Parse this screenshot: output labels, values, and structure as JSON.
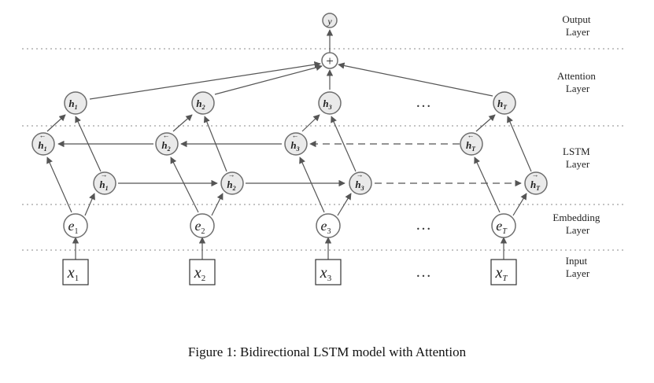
{
  "layers": {
    "output": [
      "Output",
      "Layer"
    ],
    "attention": [
      "Attention",
      "Layer"
    ],
    "lstm": [
      "LSTM",
      "Layer"
    ],
    "embedding": [
      "Embedding",
      "Layer"
    ],
    "input": [
      "Input",
      "Layer"
    ]
  },
  "output_symbol": "y",
  "sum_symbol": "+",
  "columns": [
    {
      "h": "h",
      "sub": "1",
      "e": "e",
      "x": "x"
    },
    {
      "h": "h",
      "sub": "2",
      "e": "e",
      "x": "x"
    },
    {
      "h": "h",
      "sub": "3",
      "e": "e",
      "x": "x"
    },
    {
      "h": "h",
      "sub": "T",
      "e": "e",
      "x": "x"
    }
  ],
  "ellipsis": "…",
  "caption": "Figure 1: Bidirectional LSTM model with Attention"
}
